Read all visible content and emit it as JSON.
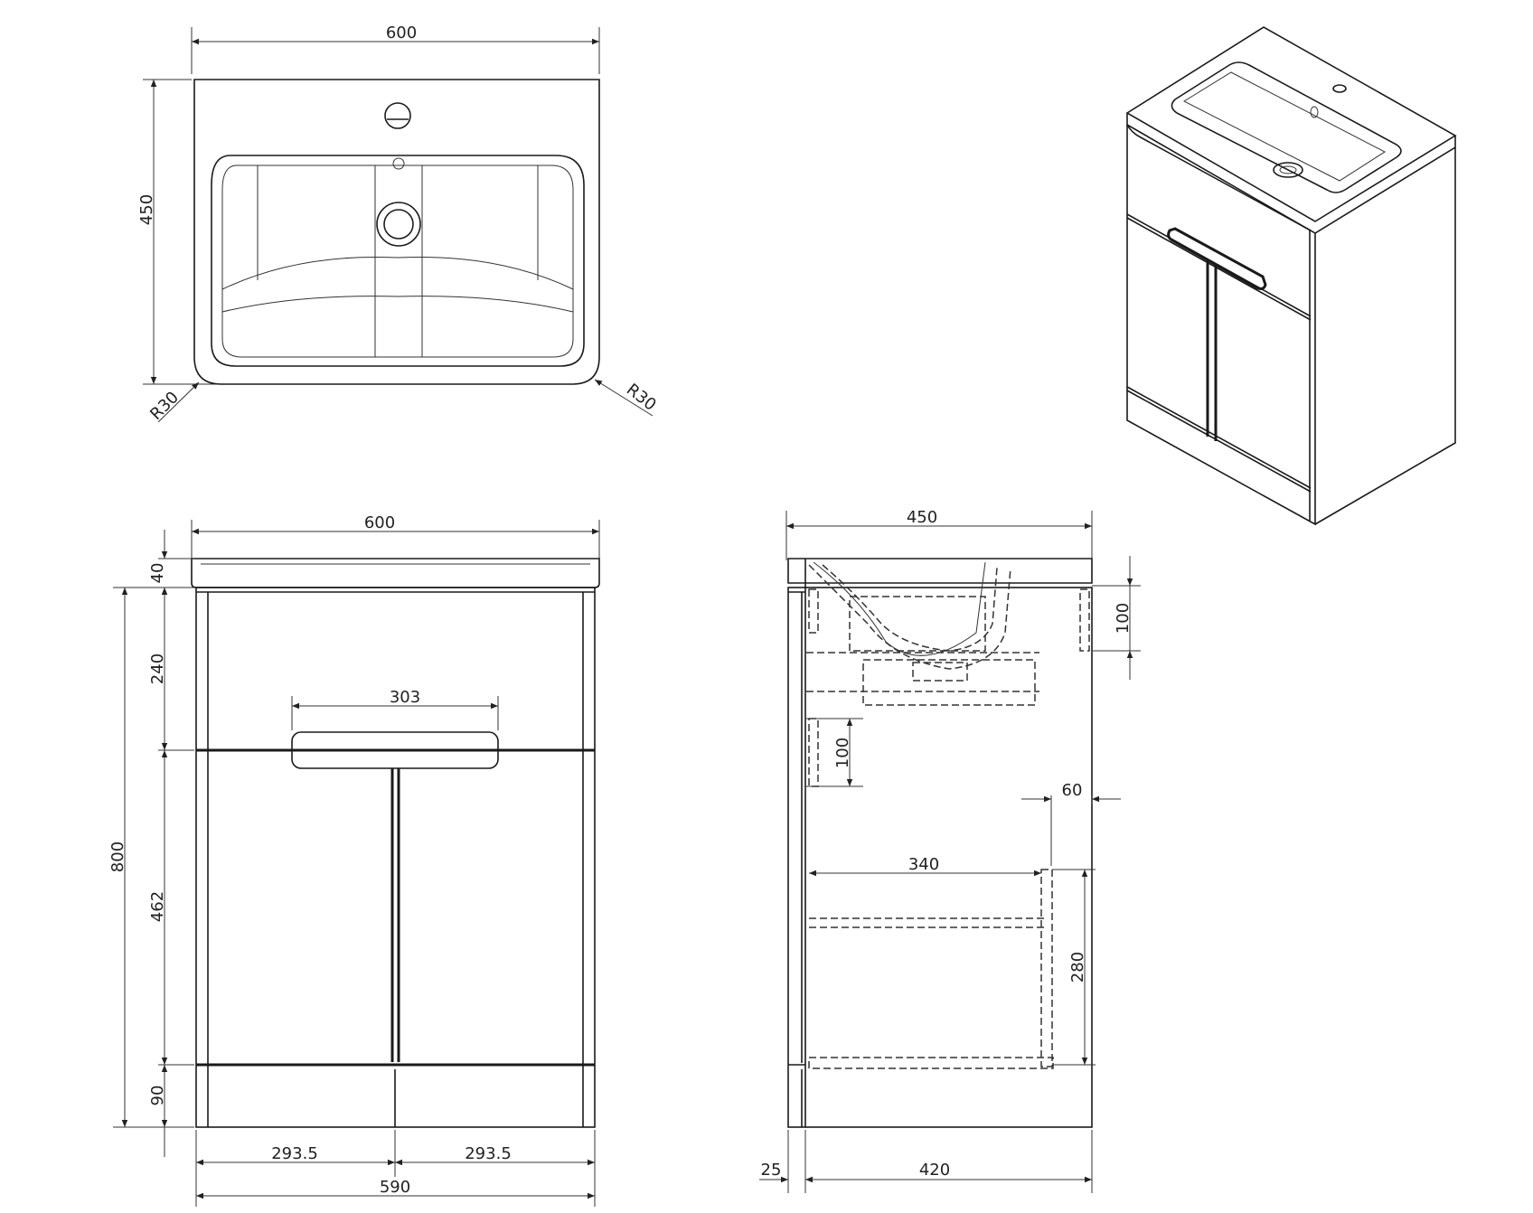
{
  "top_view": {
    "width_label": "600",
    "depth_label": "450",
    "radius_left_label": "R30",
    "radius_right_label": "R30"
  },
  "front_view": {
    "width_top_label": "600",
    "handle_width_label": "303",
    "top_thickness_label": "40",
    "drawer_height_label": "240",
    "door_height_label": "462",
    "plinth_height_label": "90",
    "total_height_label": "800",
    "door_left_label": "293.5",
    "door_right_label": "293.5",
    "carcass_width_label": "590"
  },
  "side_view": {
    "depth_top_label": "450",
    "waste_depth_label": "100",
    "inner_depth_label": "100",
    "setback_label": "60",
    "shelf_label": "340",
    "shelf_height_label": "280",
    "door_thickness_label": "25",
    "carcass_depth_label": "420"
  }
}
